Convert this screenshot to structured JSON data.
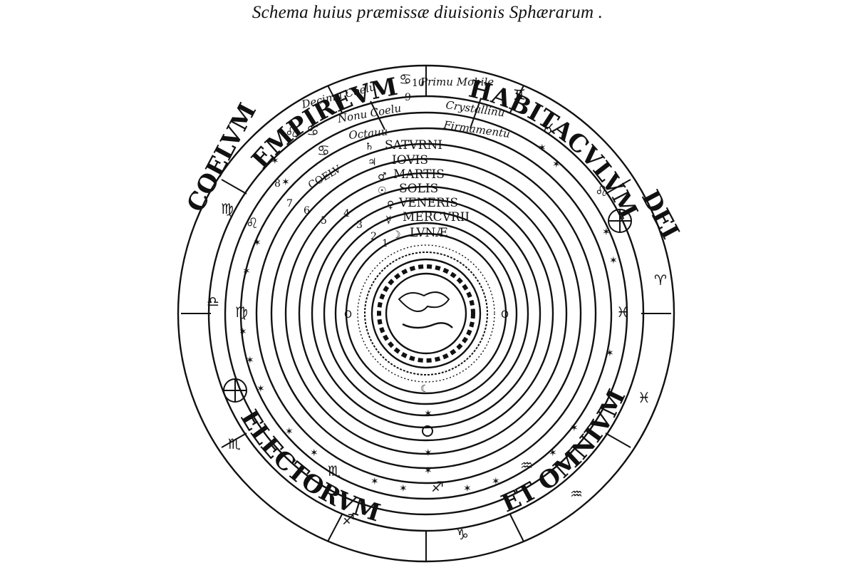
{
  "title": "Schema huius præmissæ diuisionis Sphærarum .",
  "outer_inscription": {
    "empireum": "EMPIREVM",
    "habitaculum": "HABITACVLVM",
    "dei": "DEI",
    "et_omnium": "ET OMNIVM",
    "electorum": "ELECTORVM",
    "coelum": "COELVM"
  },
  "spheres": {
    "primum_mobile": "Primu Mobile",
    "decimum_coelum": "Decimu Coelu",
    "crystallinum": "Crystallinu",
    "nonum_coelum": "Nonu Coelu",
    "firmamentum": "Firmamentu",
    "octauum": "Octauu",
    "coelum": "COELV",
    "saturni": "SATVRNI",
    "iouis": "IOVIS",
    "martis": "MARTIS",
    "solis": "SOLIS",
    "veneris": "VENERIS",
    "mercurii": "MERCVRII",
    "lunae": "LVNÆ"
  },
  "ring_numerals": [
    "1",
    "2",
    "3",
    "4",
    "5",
    "6",
    "7",
    "8",
    "9",
    "10"
  ],
  "icons": [
    "zodiac-sign-icon",
    "planet-symbol-icon",
    "star-icon",
    "earth-icon",
    "sun-face-icon",
    "moon-icon"
  ]
}
